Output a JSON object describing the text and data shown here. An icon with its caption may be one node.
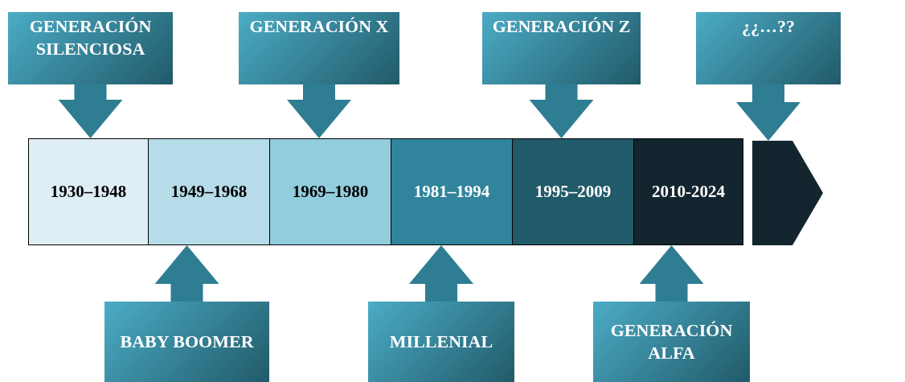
{
  "diagram": {
    "nodes": [
      {
        "text": [
          "GENERACIÓN SILENCIOSA"
        ]
      },
      {
        "text": [
          "GENERACIÓN X"
        ]
      },
      {
        "text": [
          "GENERACIÓN Z"
        ]
      },
      {
        "text": [
          "¿¿…??"
        ]
      },
      {
        "text": [
          "1930–1948"
        ]
      },
      {
        "text": [
          "1949–1968"
        ]
      },
      {
        "text": [
          "1969–1980"
        ]
      },
      {
        "text": [
          "1981–1994"
        ]
      },
      {
        "text": [
          "1995–2009"
        ]
      },
      {
        "text": [
          "2010-2024"
        ]
      },
      {
        "text": [],
        "shape": "arrow"
      },
      {
        "text": [
          "BABY BOOMER"
        ]
      },
      {
        "text": [
          "MILLENIAL"
        ]
      },
      {
        "text": [
          "GENERACIÓN ALFA"
        ]
      }
    ],
    "edges": [
      {
        "from": 0,
        "to": 4,
        "arrow": "to"
      },
      {
        "from": 1,
        "to": 6,
        "arrow": "to"
      },
      {
        "from": 2,
        "to": 8,
        "arrow": "to"
      },
      {
        "from": 3,
        "to": 10,
        "arrow": "to"
      },
      {
        "from": 11,
        "to": 5,
        "arrow": "to"
      },
      {
        "from": 12,
        "to": 7,
        "arrow": "to"
      },
      {
        "from": 13,
        "to": 9,
        "arrow": "to"
      }
    ]
  }
}
